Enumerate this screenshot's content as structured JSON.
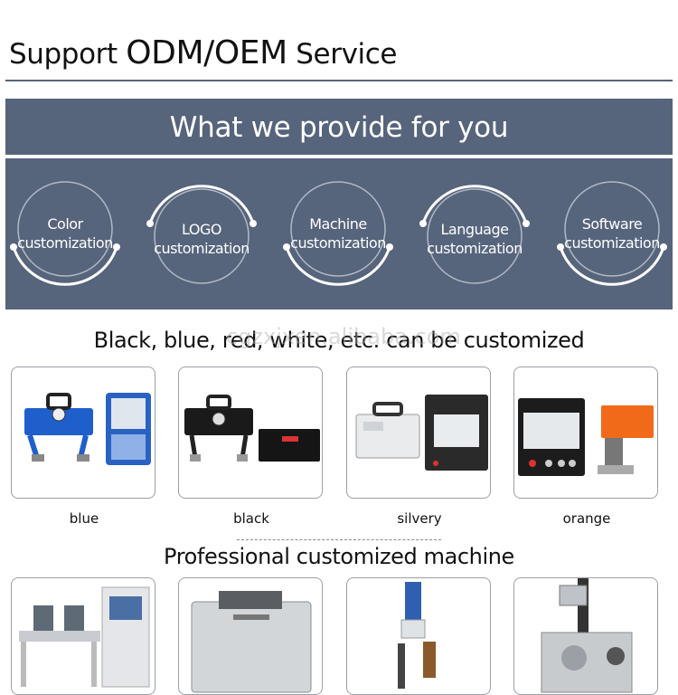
{
  "header": {
    "prefix": "Support",
    "big": "ODM/OEM",
    "suffix": "Service"
  },
  "banner": {
    "title": "What we provide for you"
  },
  "services": [
    {
      "line1": "Color",
      "line2": "customization"
    },
    {
      "line1": "LOGO",
      "line2": "customization"
    },
    {
      "line1": "Machine",
      "line2": "customization"
    },
    {
      "line1": "Language",
      "line2": "customization"
    },
    {
      "line1": "Software",
      "line2": "customization"
    }
  ],
  "colors_section": {
    "title": "Black, blue, red, white, etc. can be customized",
    "watermark": "cgzxjxen.alibaba.com",
    "items": [
      {
        "caption": "blue",
        "color": "#1f5fcc"
      },
      {
        "caption": "black",
        "color": "#1a1a1a"
      },
      {
        "caption": "silvery",
        "color": "#d9dcdf"
      },
      {
        "caption": "orange",
        "color": "#f06a1a"
      }
    ]
  },
  "machine_section": {
    "title": "Professional customized machine"
  },
  "colors": {
    "banner_bg": "#56647c",
    "card_border": "#9aa0a6"
  }
}
